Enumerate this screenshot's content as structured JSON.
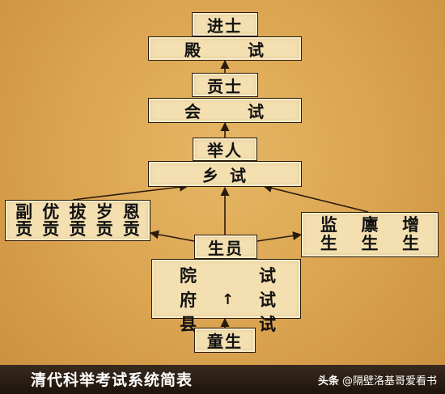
{
  "diagram": {
    "nodes": {
      "jinshi": "进士",
      "dianshi_left": "殿",
      "dianshi_right": "试",
      "gongshi": "贡士",
      "huishi_left": "会",
      "huishi_right": "试",
      "juren": "举人",
      "xiangshi_left": "乡",
      "xiangshi_right": "试",
      "shengyuan": "生员",
      "tongsheng": "童生"
    },
    "gongsheng": {
      "top": [
        "副",
        "优",
        "拔",
        "岁",
        "恩"
      ],
      "bottom": [
        "贡",
        "贡",
        "贡",
        "贡",
        "贡"
      ]
    },
    "jiansheng": {
      "top": [
        "监",
        "廪",
        "增"
      ],
      "bottom": [
        "生",
        "生",
        "生"
      ]
    },
    "exams": {
      "left": [
        "院",
        "府",
        "县"
      ],
      "right": [
        "试",
        "试",
        "试"
      ],
      "middle_arrow": "↑"
    }
  },
  "footer": {
    "title": "清代科举考试系统简表",
    "watermark_brand": "头条",
    "watermark_user": "@隔壁洛基哥爱看书"
  },
  "colors": {
    "background": "#d9a24e",
    "box_fill": "#f3dfb0",
    "line": "#2a1a0c",
    "footer": "#1d130c"
  }
}
